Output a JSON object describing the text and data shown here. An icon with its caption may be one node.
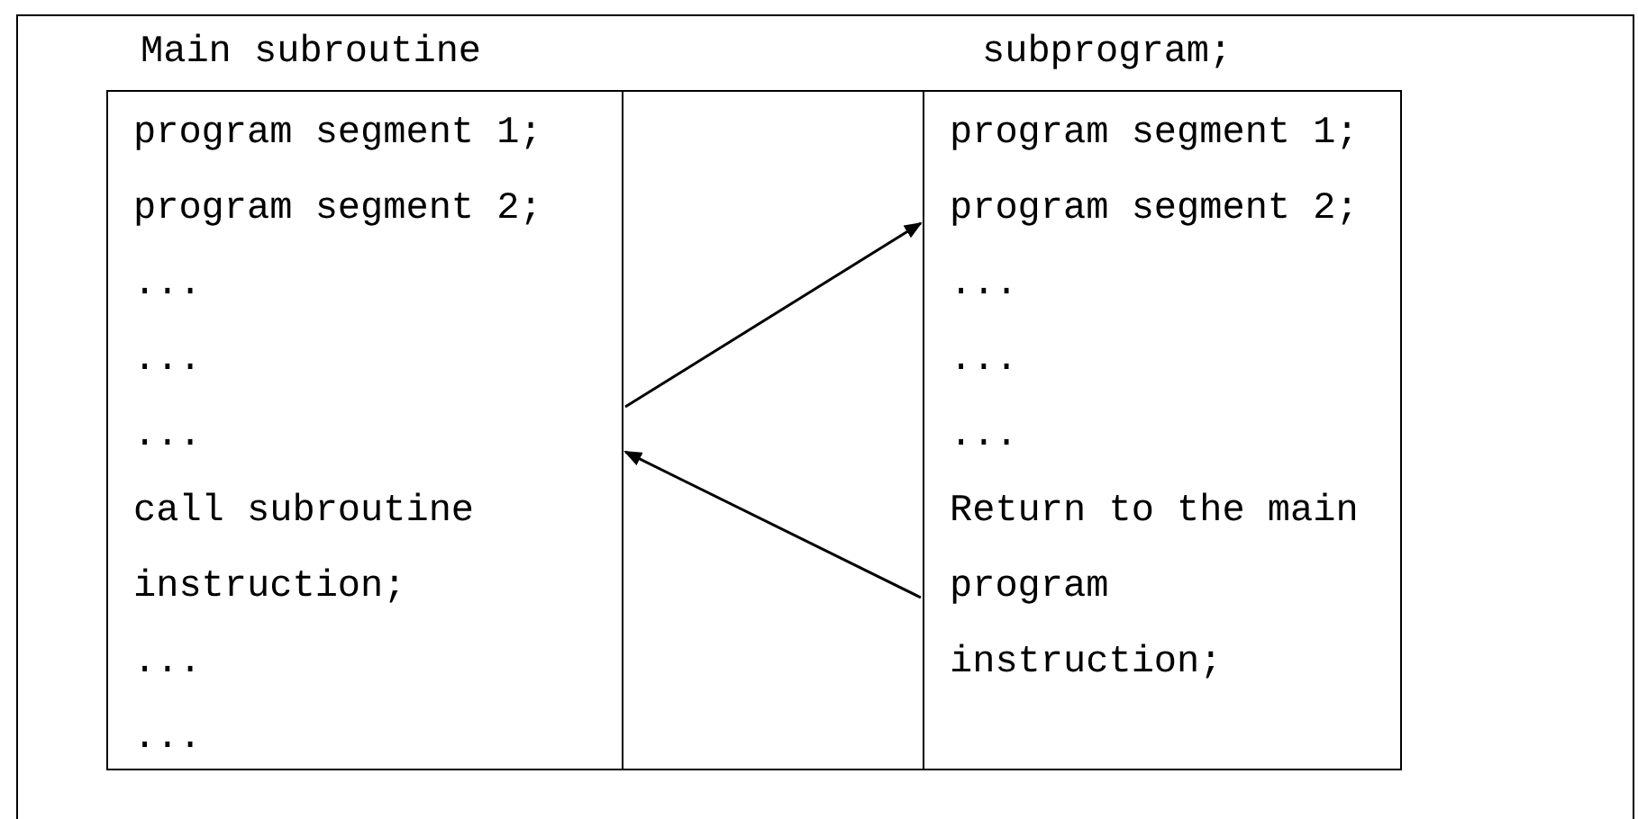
{
  "diagram": {
    "nodes": [
      {
        "text": [
          "Main subroutine",
          "program segment 1;",
          "program segment 2;",
          "...",
          "...",
          "...",
          "call subroutine instruction;",
          "...",
          "..."
        ]
      },
      {
        "text": [
          "subprogram;",
          "program segment 1;",
          "program segment 2;",
          "...",
          "...",
          "...",
          "Return to the main program instruction;"
        ]
      }
    ],
    "edges": [
      {
        "from": 0,
        "to": 1,
        "arrow": "to"
      },
      {
        "from": 1,
        "to": 0,
        "arrow": "to"
      }
    ]
  }
}
